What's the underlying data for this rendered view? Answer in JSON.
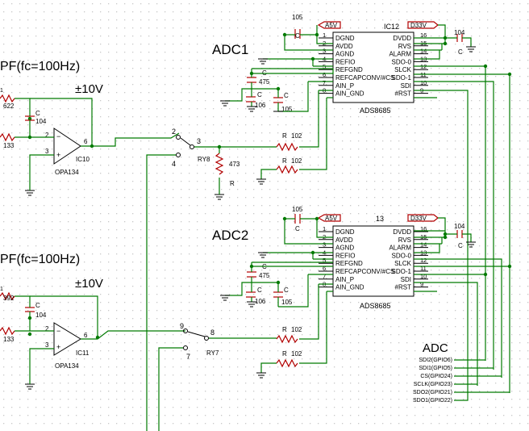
{
  "colors": {
    "wire": "#007a00",
    "component": "#b20000",
    "outline": "#000000",
    "grid_dot": "#c8c8c8"
  },
  "adc1": {
    "title": "ADC1",
    "refdes": "IC12",
    "part": "ADS8685",
    "left_pins": [
      {
        "name": "DGND",
        "num": "1"
      },
      {
        "name": "AVDD",
        "num": "2"
      },
      {
        "name": "AGND",
        "num": "3"
      },
      {
        "name": "REFIO",
        "num": "4"
      },
      {
        "name": "REFGND",
        "num": "5"
      },
      {
        "name": "REFCAPCONV/#CS",
        "num": "6"
      },
      {
        "name": "AIN_P",
        "num": "7"
      },
      {
        "name": "AIN_GND",
        "num": "8"
      }
    ],
    "right_pins": [
      {
        "name": "DVDD",
        "num": "16"
      },
      {
        "name": "RVS",
        "num": "15"
      },
      {
        "name": "ALARM",
        "num": "14"
      },
      {
        "name": "SDO-0",
        "num": "13"
      },
      {
        "name": "SLCK",
        "num": "12"
      },
      {
        "name": "SDO-1",
        "num": "11"
      },
      {
        "name": "SDI",
        "num": "10"
      },
      {
        "name": "#RST",
        "num": "9"
      }
    ],
    "pwr_left": "A5V",
    "pwr_right": "D33V",
    "cap_top": {
      "value": "105",
      "ref": "C"
    },
    "cap_right": {
      "value": "104",
      "ref": "C"
    },
    "cap_475": {
      "value": "475",
      "ref": "C"
    },
    "cap_106": {
      "value": "106",
      "ref": "C"
    },
    "cap_105b": {
      "value": "105",
      "ref": "C"
    },
    "r_top": {
      "value": "102",
      "ref": "R"
    },
    "r_bot": {
      "value": "102",
      "ref": "R"
    }
  },
  "adc2": {
    "title": "ADC2",
    "refdes": "13",
    "part": "ADS8685",
    "left_pins": [
      {
        "name": "DGND",
        "num": "1"
      },
      {
        "name": "AVDD",
        "num": "2"
      },
      {
        "name": "AGND",
        "num": "3"
      },
      {
        "name": "REFIO",
        "num": "4"
      },
      {
        "name": "REFGND",
        "num": "5"
      },
      {
        "name": "REFCAPCONV/#CS",
        "num": "6"
      },
      {
        "name": "AIN_P",
        "num": "7"
      },
      {
        "name": "AIN_GND",
        "num": "8"
      }
    ],
    "right_pins": [
      {
        "name": "DVDD",
        "num": "16"
      },
      {
        "name": "RVS",
        "num": "15"
      },
      {
        "name": "ALARM",
        "num": "14"
      },
      {
        "name": "SDO-0",
        "num": "13"
      },
      {
        "name": "SLCK",
        "num": "12"
      },
      {
        "name": "SDO-1",
        "num": "11"
      },
      {
        "name": "SDI",
        "num": "10"
      },
      {
        "name": "#RST",
        "num": "9"
      }
    ],
    "pwr_left": "A5V",
    "pwr_right": "D33V",
    "cap_top": {
      "value": "105",
      "ref": "C"
    },
    "cap_right": {
      "value": "104",
      "ref": "C"
    },
    "cap_475": {
      "value": "475",
      "ref": "C"
    },
    "cap_106": {
      "value": "106",
      "ref": "C"
    },
    "cap_105b": {
      "value": "105",
      "ref": "C"
    },
    "r_top": {
      "value": "102",
      "ref": "R"
    },
    "r_bot": {
      "value": "102",
      "ref": "R"
    }
  },
  "lpf1": {
    "title": "PF(fc=100Hz)",
    "supply": "±10V",
    "r_top": "622",
    "r_bot": "133",
    "cap_ref": "C",
    "cap_value": "104",
    "opamp_ref": "IC10",
    "opamp_part": "OPA134",
    "pin_minus": "2",
    "pin_plus": "3",
    "pin_out": "6"
  },
  "lpf2": {
    "title": "PF(fc=100Hz)",
    "supply": "±10V",
    "r_top": "392",
    "r_bot": "133",
    "cap_ref": "C",
    "cap_value": "104",
    "opamp_ref": "IC11",
    "opamp_part": "OPA134",
    "pin_minus": "2",
    "pin_plus": "3",
    "pin_out": "6"
  },
  "relay1": {
    "ref": "RY8",
    "pin_a": "2",
    "pin_b": "3",
    "pin_c": "4",
    "r_value": "473",
    "r_ref": "R"
  },
  "relay2": {
    "ref": "RY7",
    "pin_a": "9",
    "pin_b": "8",
    "pin_c": "7"
  },
  "connector": {
    "title": "ADC",
    "signals": [
      "SDI2(GPIO6)",
      "SDI1(GPIO5)",
      "CS(GPIO24)",
      "SCLK(GPIO23)",
      "SDO2(GPIO21)",
      "SDO1(GPIO22)"
    ]
  },
  "labels": {
    "r1_marker": "1",
    "r2_marker": "1"
  }
}
